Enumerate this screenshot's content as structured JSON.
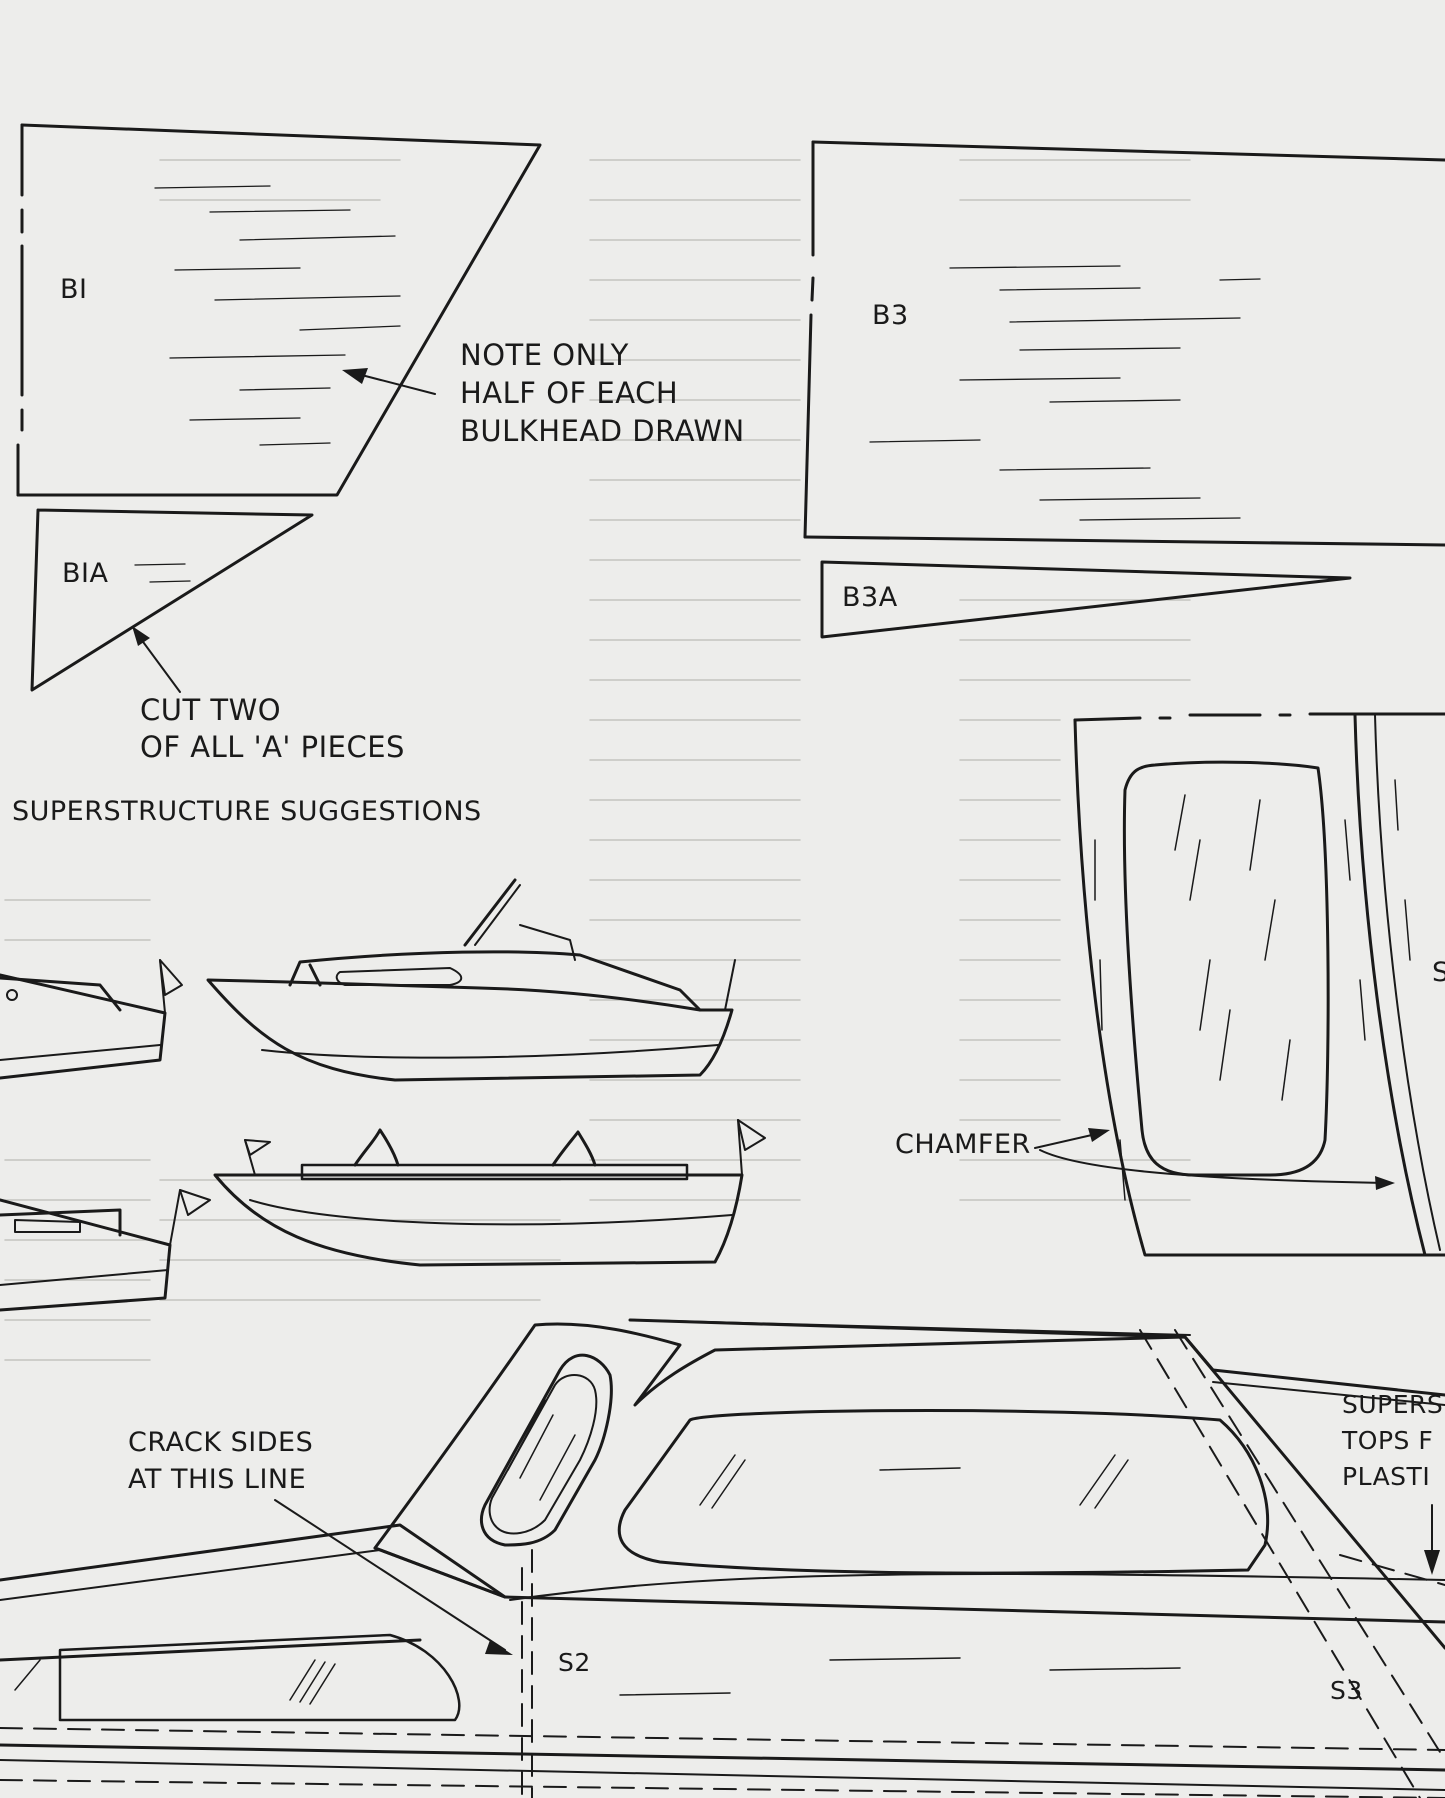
{
  "labels": {
    "b1": "BI",
    "b1a": "BIA",
    "b3": "B3",
    "b3a": "B3A",
    "note": [
      "NOTE ONLY",
      "HALF OF EACH",
      "BULKHEAD DRAWN"
    ],
    "cut": [
      "CUT TWO",
      "OF ALL 'A' PIECES"
    ],
    "superstructure_suggestions": "SUPERSTRUCTURE SUGGESTIONS",
    "chamfer": "CHAMFER",
    "crack": [
      "CRACK SIDES",
      "AT THIS LINE"
    ],
    "s2": "S2",
    "s3": "S3",
    "s_partial": "S",
    "super_tops": [
      "SUPERS",
      "TOPS F",
      "PLASTI"
    ]
  },
  "colors": {
    "ink": "#1a1a1a",
    "paper": "#ededeb",
    "print": "#bdbdb8"
  }
}
